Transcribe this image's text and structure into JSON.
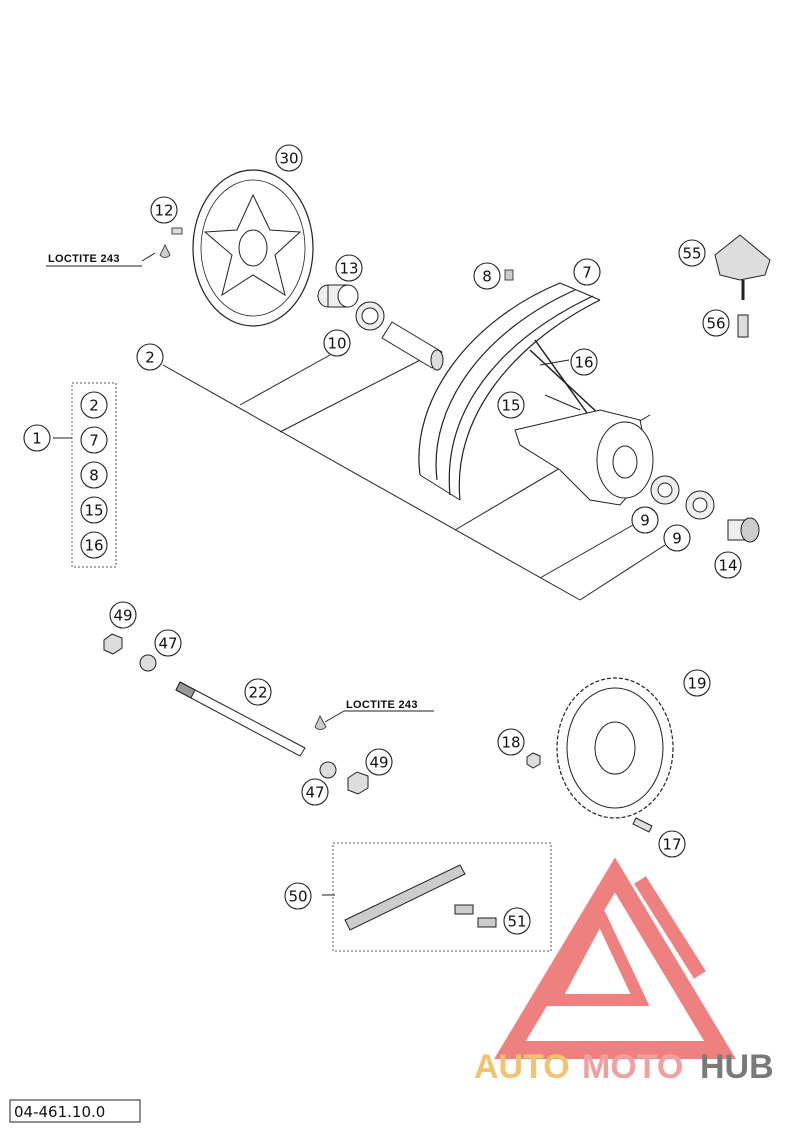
{
  "diagram": {
    "drawing_number": "04-461.10.0",
    "notes": [
      {
        "id": "loctite-note-disc",
        "text": "LOCTITE 243"
      },
      {
        "id": "loctite-note-axle",
        "text": "LOCTITE 243"
      }
    ],
    "part_set": {
      "label": "1",
      "items": [
        "2",
        "7",
        "8",
        "15",
        "16"
      ]
    },
    "callouts": [
      {
        "id": "c30",
        "label": "30"
      },
      {
        "id": "c12",
        "label": "12"
      },
      {
        "id": "c13",
        "label": "13"
      },
      {
        "id": "c8",
        "label": "8"
      },
      {
        "id": "c7",
        "label": "7"
      },
      {
        "id": "c55",
        "label": "55"
      },
      {
        "id": "c56",
        "label": "56"
      },
      {
        "id": "c2",
        "label": "2"
      },
      {
        "id": "c10",
        "label": "10"
      },
      {
        "id": "c16",
        "label": "16"
      },
      {
        "id": "c15",
        "label": "15"
      },
      {
        "id": "c9a",
        "label": "9"
      },
      {
        "id": "c9b",
        "label": "9"
      },
      {
        "id": "c14",
        "label": "14"
      },
      {
        "id": "c49a",
        "label": "49"
      },
      {
        "id": "c47a",
        "label": "47"
      },
      {
        "id": "c22",
        "label": "22"
      },
      {
        "id": "c47b",
        "label": "47"
      },
      {
        "id": "c49b",
        "label": "49"
      },
      {
        "id": "c19",
        "label": "19"
      },
      {
        "id": "c18",
        "label": "18"
      },
      {
        "id": "c17",
        "label": "17"
      },
      {
        "id": "c50",
        "label": "50"
      },
      {
        "id": "c51",
        "label": "51"
      }
    ]
  },
  "watermark": {
    "part1": "AUTO",
    "part2": "MOTO",
    "part3": "HUB",
    "colors": {
      "triangle": "#ec6b6b",
      "auto": "#f3c36f",
      "moto": "#f0a0a0",
      "hub": "#7a7a7a"
    }
  }
}
